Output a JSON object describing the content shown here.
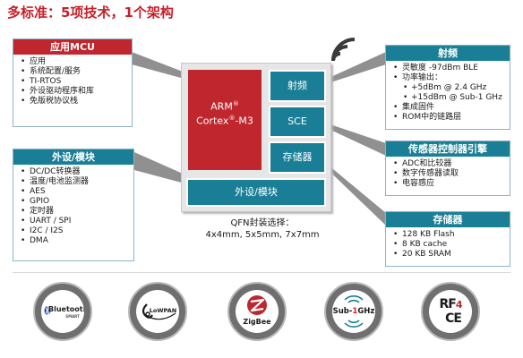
{
  "headline": "多标准：5项技术，1个架构",
  "mcu_box": {
    "title": "应用MCU",
    "items": [
      "应用",
      "系统配置/服务",
      "TI-RTOS",
      "外设驱动程序和库",
      "免版税协议栈"
    ]
  },
  "periph_box": {
    "title": "外设/模块",
    "items": [
      "DC/DC转换器",
      "温度/电池监测器",
      "AES",
      "GPIO",
      "定时器",
      "UART / SPI",
      "I2C / I2S",
      "DMA"
    ]
  },
  "rf_box": {
    "title": "射频",
    "items": [
      {
        "text": "灵敏度 -97dBm BLE",
        "sub": false
      },
      {
        "text": "功率输出：",
        "sub": false
      },
      {
        "text": "+5dBm @ 2.4 GHz",
        "sub": true
      },
      {
        "text": "+15dBm @ Sub-1 GHz",
        "sub": true
      },
      {
        "text": "集成固件",
        "sub": false
      },
      {
        "text": "ROM中的链路层",
        "sub": false
      }
    ]
  },
  "sensor_box": {
    "title": "传感器控制器引擎",
    "items": [
      "ADC和比较器",
      "数字传感器读取",
      "电容感应"
    ]
  },
  "memory_box": {
    "title": "存储器",
    "items": [
      "128 KB Flash",
      "8 KB cache",
      "20 KB SRAM"
    ]
  },
  "chip": {
    "cpu_brand": "ARM",
    "cpu_core": "Cortex",
    "cpu_suffix": "-M3",
    "reg_mark": "®",
    "blocks": {
      "rf": "射频",
      "sce": "SCE",
      "memory": "存储器",
      "peripherals": "外设/模块"
    },
    "package_line1": "QFN封装选择：",
    "package_line2": "4x4mm, 5x5mm, 7x7mm"
  },
  "logos": {
    "bluetooth": {
      "name": "Bluetooth",
      "tag": "SMART"
    },
    "lowpan": {
      "name": "LoWPAN"
    },
    "zigbee": {
      "name": "ZigBee",
      "mark": "Z"
    },
    "sub1ghz": {
      "prefix": "Sub-",
      "digit": "1",
      "suffix": "GHz"
    },
    "rf4ce": {
      "prefix": "RF",
      "digit": "4",
      "suffix": "CE"
    }
  },
  "colors": {
    "red": "#c0262d",
    "teal": "#1a7f96",
    "headline": "#c8202a",
    "chip_bg": "#e6e6e6",
    "logo_ring": "#6f6f6f"
  },
  "icons": [
    "wifi-signal-icon",
    "bluetooth-logo-icon",
    "6lowpan-logo-icon",
    "zigbee-logo-icon",
    "sub1ghz-logo-icon",
    "rf4ce-logo-icon"
  ]
}
